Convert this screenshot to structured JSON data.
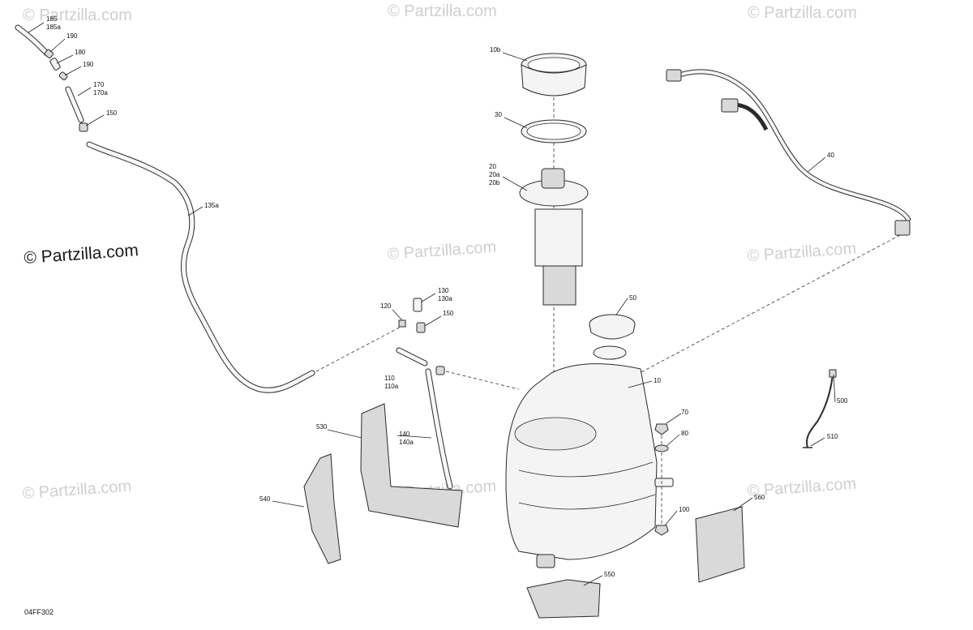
{
  "watermark": {
    "text": "© Partzilla.com"
  },
  "diagram_code": "04FF302",
  "callouts": {
    "c185": [
      "185",
      "185a"
    ],
    "c190a": [
      "190"
    ],
    "c180": [
      "180"
    ],
    "c190b": [
      "190"
    ],
    "c170": [
      "170",
      "170a"
    ],
    "c150a": [
      "150"
    ],
    "c135a": [
      "135a"
    ],
    "c10b": [
      "10b"
    ],
    "c30": [
      "30"
    ],
    "c20": [
      "20",
      "20a",
      "20b"
    ],
    "c40": [
      "40"
    ],
    "c130": [
      "130",
      "130a"
    ],
    "c120": [
      "120"
    ],
    "c150b": [
      "150"
    ],
    "c50": [
      "50"
    ],
    "c10": [
      "10"
    ],
    "c110": [
      "110",
      "110a"
    ],
    "c70": [
      "70"
    ],
    "c80": [
      "80"
    ],
    "c500": [
      "500"
    ],
    "c510": [
      "510"
    ],
    "c530": [
      "530"
    ],
    "c140": [
      "140",
      "140a"
    ],
    "c540": [
      "540"
    ],
    "c100": [
      "100"
    ],
    "c560": [
      "560"
    ],
    "c550": [
      "550"
    ]
  }
}
